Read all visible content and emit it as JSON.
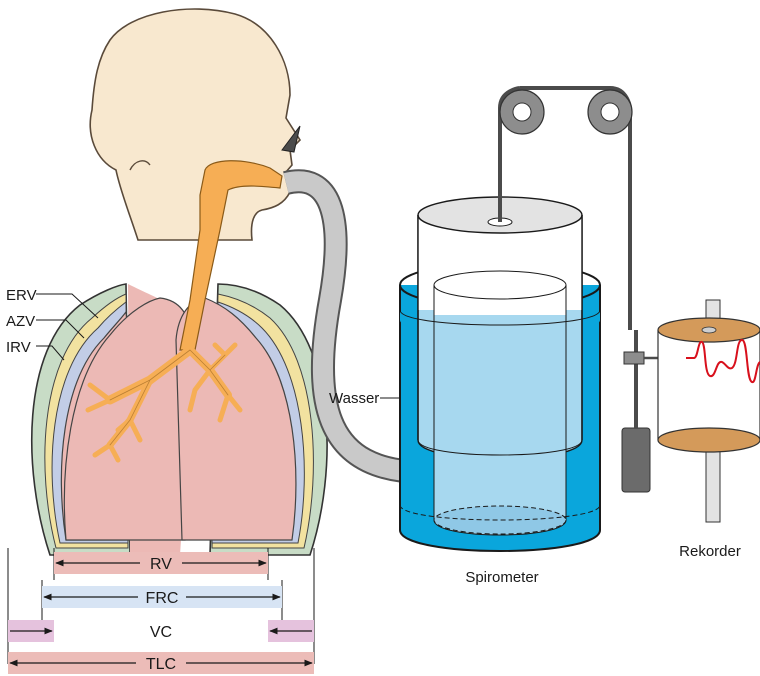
{
  "lung_labels": {
    "erv": "ERV",
    "azv": "AZV",
    "irv": "IRV"
  },
  "volume_bars": {
    "rv": "RV",
    "frc": "FRC",
    "vc": "VC",
    "tlc": "TLC"
  },
  "apparatus_labels": {
    "water": "Wasser",
    "spirometer": "Spirometer",
    "recorder": "Rekorder"
  },
  "colors": {
    "skin": "#f8e8cf",
    "airway": "#f6ae55",
    "lung_inner": "#ecb9b5",
    "lung_blue": "#c2cde6",
    "lung_yellow": "#f2e2a0",
    "lung_green": "#c8dcc6",
    "water": "#0aa6dc",
    "water_light": "#a7d8ef",
    "tube": "#c9c9c9",
    "bar_rv": "#ecbcb8",
    "bar_frc": "#d7e4f4",
    "bar_vc": "#e5c2dd",
    "bar_tlc": "#ecbcb8",
    "trace": "#d8101c",
    "drum_top": "#d49a5a"
  }
}
